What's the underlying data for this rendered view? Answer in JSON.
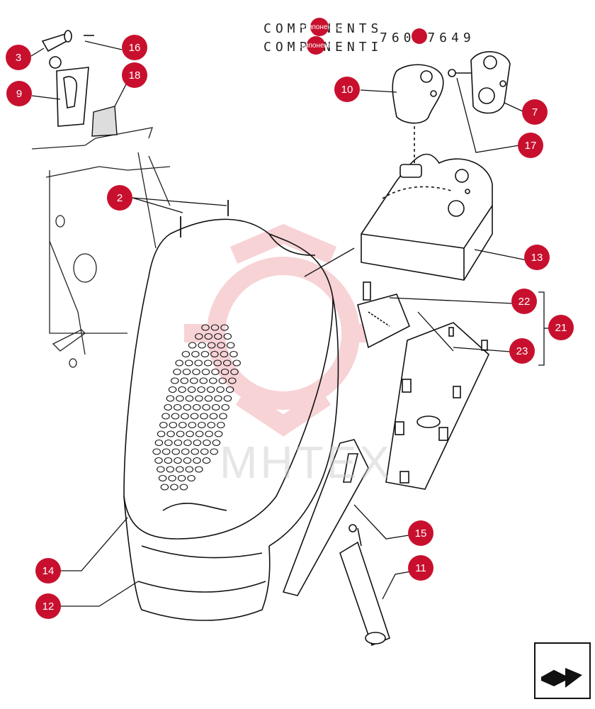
{
  "header": {
    "line1": "COMPONENTS",
    "line2": "COMPONENTI",
    "part_number": "76067649",
    "marker_label": "Компоненты"
  },
  "watermark": "МНТЕХ",
  "accent_color": "#c8102e",
  "callouts": [
    {
      "id": "3",
      "label": "3"
    },
    {
      "id": "16",
      "label": "16"
    },
    {
      "id": "18",
      "label": "18"
    },
    {
      "id": "9",
      "label": "9"
    },
    {
      "id": "10",
      "label": "10"
    },
    {
      "id": "7",
      "label": "7"
    },
    {
      "id": "17",
      "label": "17"
    },
    {
      "id": "2",
      "label": "2"
    },
    {
      "id": "13",
      "label": "13"
    },
    {
      "id": "22",
      "label": "22"
    },
    {
      "id": "21",
      "label": "21"
    },
    {
      "id": "23",
      "label": "23"
    },
    {
      "id": "15",
      "label": "15"
    },
    {
      "id": "11",
      "label": "11"
    },
    {
      "id": "14",
      "label": "14"
    },
    {
      "id": "12",
      "label": "12"
    }
  ],
  "nav": {
    "icon": "arrow-next-icon"
  }
}
